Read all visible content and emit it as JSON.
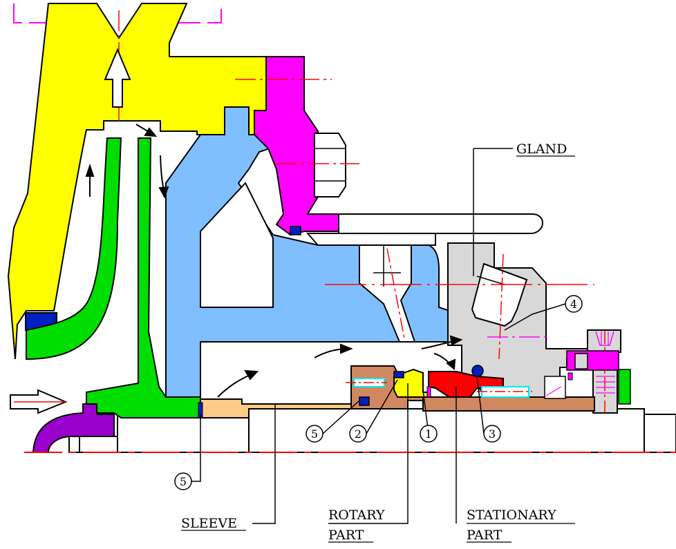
{
  "labels": {
    "gland": "GLAND",
    "sleeve": "SLEEVE",
    "rotary_1": "ROTARY",
    "rotary_2": "PART",
    "stationary_1": "STATIONARY",
    "stationary_2": "PART"
  },
  "callouts": {
    "c1": "1",
    "c2": "2",
    "c3": "3",
    "c4": "4",
    "c5a": "5",
    "c5b": "5"
  },
  "colors": {
    "impeller": "#ffff00",
    "wear_ring": "#00dd00",
    "casing_cover": "#80bfff",
    "stuffing_box": "#ff00ff",
    "gland_plate": "#d8d8d8",
    "sleeve": "#ffcc88",
    "rotary_body": "#d08860",
    "rotary_face": "#ffff00",
    "stationary_seat": "#ff0000",
    "oring": "#0020c0",
    "inlet_pipe": "#9900cc",
    "pin": "#00e8ff",
    "centerline": "#ff0000"
  }
}
